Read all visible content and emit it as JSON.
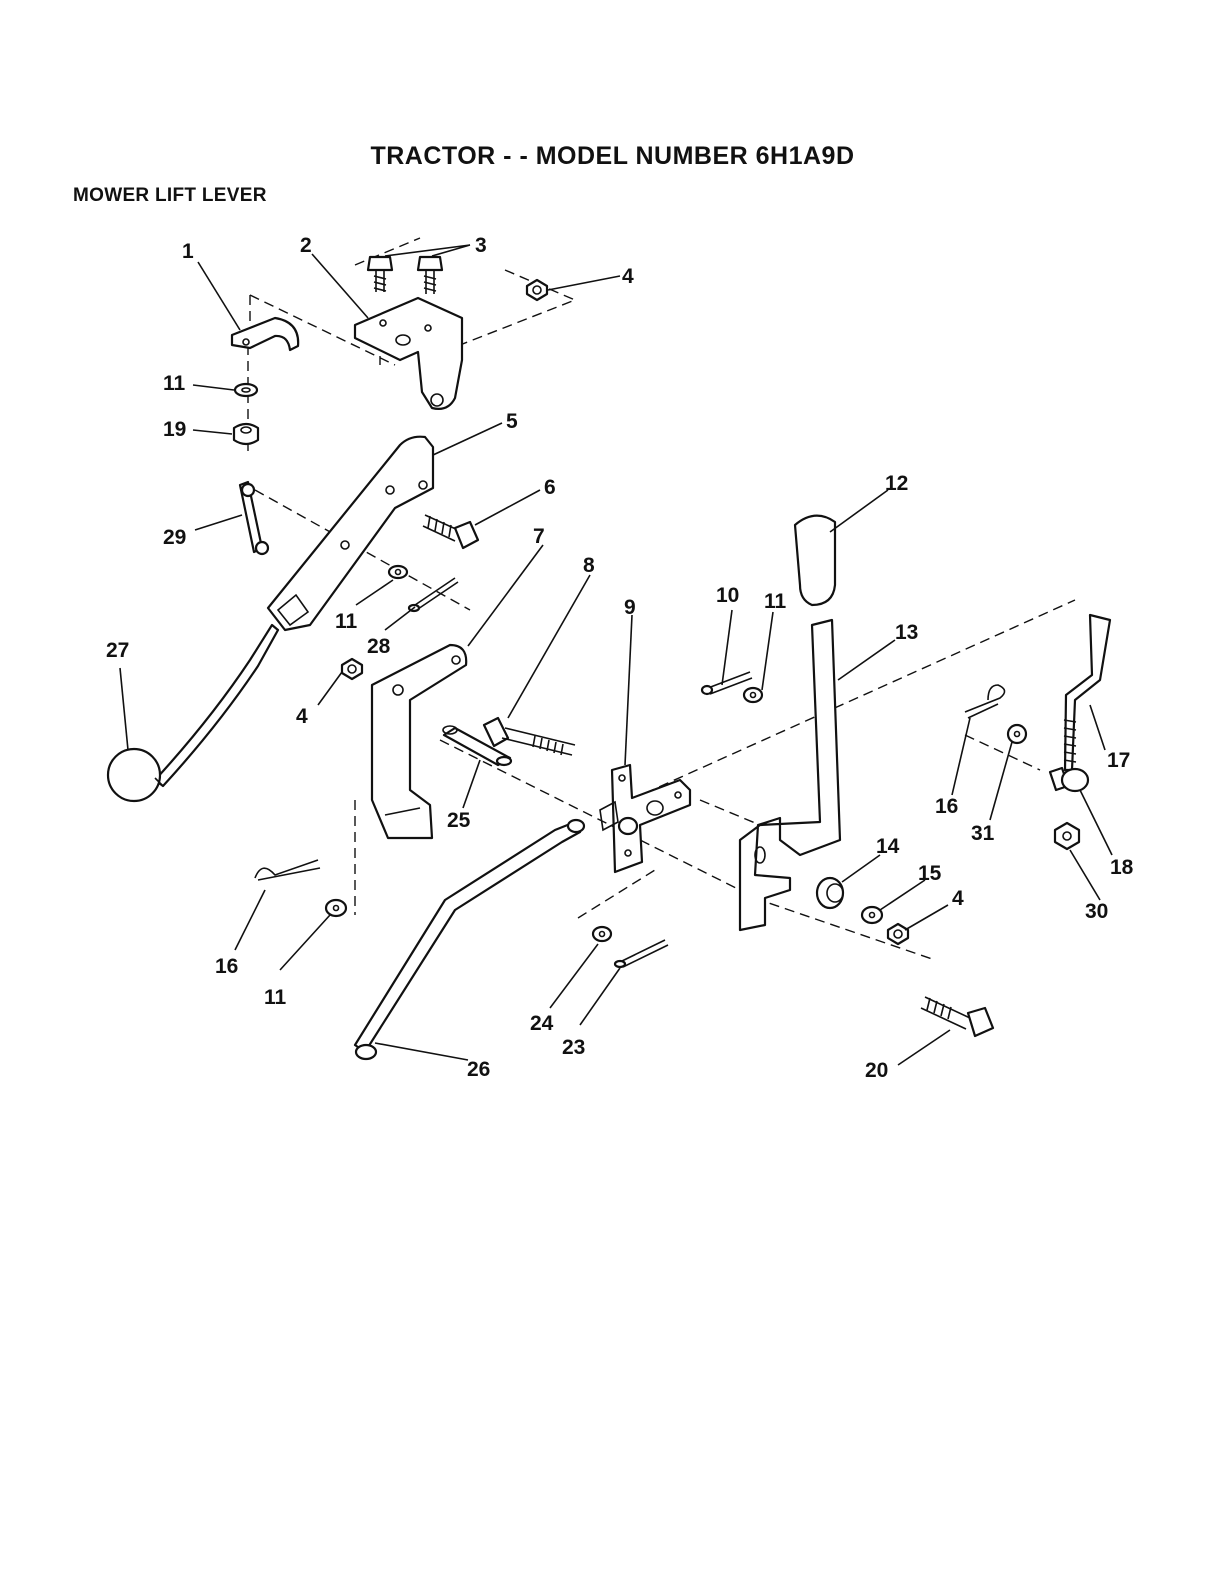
{
  "title": "TRACTOR - - MODEL NUMBER 6H1A9D",
  "section": "MOWER LIFT LEVER",
  "callouts": [
    "1",
    "2",
    "3",
    "4",
    "4",
    "4",
    "5",
    "6",
    "7",
    "8",
    "9",
    "10",
    "11",
    "11",
    "11",
    "11",
    "12",
    "13",
    "14",
    "15",
    "16",
    "16",
    "17",
    "18",
    "19",
    "20",
    "23",
    "24",
    "25",
    "26",
    "27",
    "28",
    "29",
    "30",
    "31"
  ]
}
